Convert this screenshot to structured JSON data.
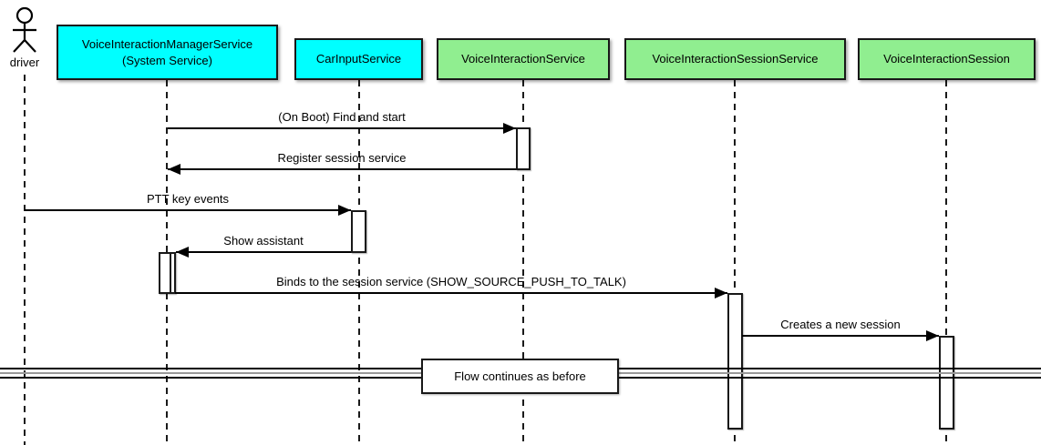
{
  "diagram_type": "sequence",
  "actor": {
    "label": "driver"
  },
  "participants": [
    {
      "label": "VoiceInteractionManagerService\n(System Service)",
      "fill": "#00ffff"
    },
    {
      "label": "CarInputService",
      "fill": "#00ffff"
    },
    {
      "label": "VoiceInteractionService",
      "fill": "#90ee90"
    },
    {
      "label": "VoiceInteractionSessionService",
      "fill": "#90ee90"
    },
    {
      "label": "VoiceInteractionSession",
      "fill": "#90ee90"
    }
  ],
  "messages": [
    {
      "label": "(On Boot) Find and start",
      "from": "VoiceInteractionManagerService (System Service)",
      "to": "VoiceInteractionService"
    },
    {
      "label": "Register session service",
      "from": "VoiceInteractionService",
      "to": "VoiceInteractionManagerService (System Service)"
    },
    {
      "label": "PTT key events",
      "from": "driver",
      "to": "CarInputService"
    },
    {
      "label": "Show assistant",
      "from": "CarInputService",
      "to": "VoiceInteractionManagerService (System Service)"
    },
    {
      "label": "Binds to the session service (SHOW_SOURCE_PUSH_TO_TALK)",
      "from": "VoiceInteractionManagerService (System Service)",
      "to": "VoiceInteractionSessionService"
    },
    {
      "label": "Creates a new session",
      "from": "VoiceInteractionSessionService",
      "to": "VoiceInteractionSession"
    }
  ],
  "divider": {
    "label": "Flow continues as before"
  },
  "colors": {
    "participant_cyan": "#00ffff",
    "participant_green": "#90ee90",
    "border": "#181818",
    "message_line": "#000000",
    "divider_outer": "#000000",
    "divider_middle": "#999999",
    "background": "#ffffff"
  }
}
